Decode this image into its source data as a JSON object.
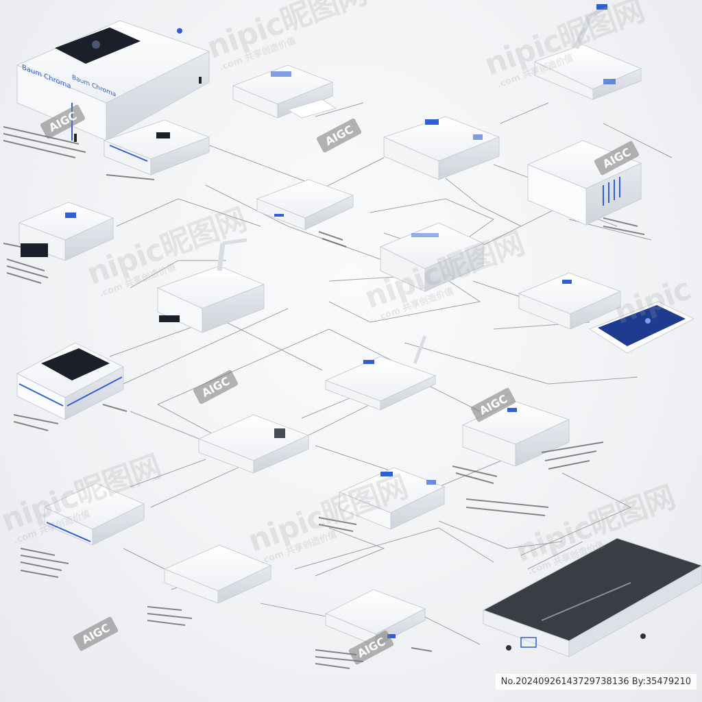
{
  "watermark": {
    "brand": "nipic",
    "brand_cn": "昵图网",
    "sub": ".com 共享创造价值",
    "aigc": "AIGC"
  },
  "serial": "No.20240926143729738136 By:35479210",
  "colors": {
    "accent": "#2f5fd0",
    "device_body": "#ffffff",
    "device_shadow": "#c9ced6",
    "line": "#7d828a",
    "screen_dark": "#1b1f2a",
    "tablet_screen": "#1e3b8f"
  },
  "device_labels": {
    "main_console": "Baum Chroma",
    "main_console_side": "Baum Chroma"
  }
}
